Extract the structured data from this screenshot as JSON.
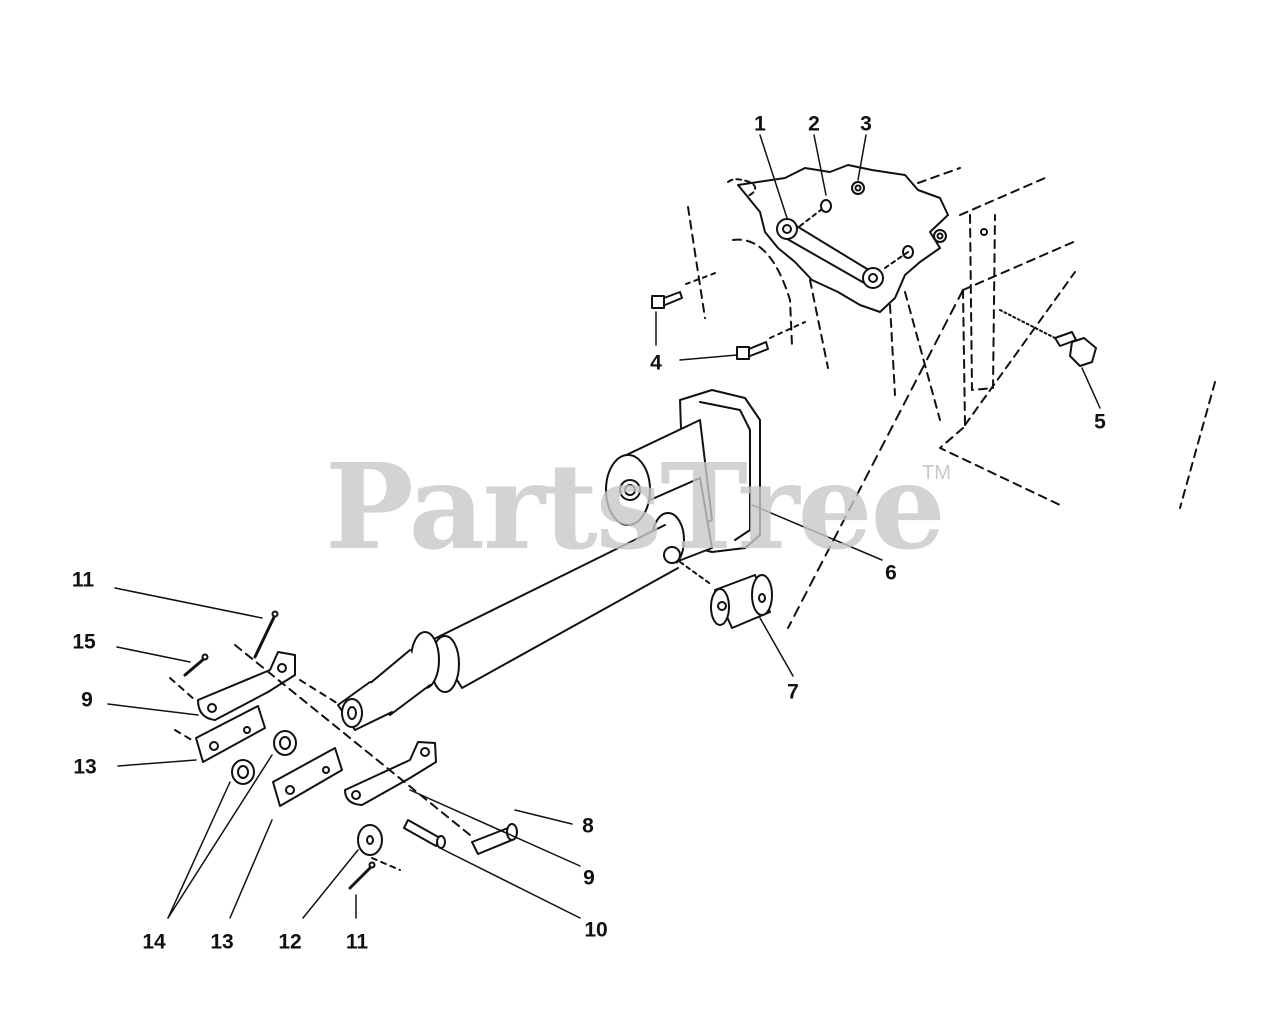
{
  "watermark": {
    "text": "PartsTree",
    "mark": "TM"
  },
  "colors": {
    "line": "#111111",
    "watermark": "#c9c9c9"
  },
  "callouts": [
    {
      "id": "1a",
      "label": "1"
    },
    {
      "id": "2a",
      "label": "2"
    },
    {
      "id": "3a",
      "label": "3"
    },
    {
      "id": "4a",
      "label": "4"
    },
    {
      "id": "5a",
      "label": "5"
    },
    {
      "id": "6a",
      "label": "6"
    },
    {
      "id": "7a",
      "label": "7"
    },
    {
      "id": "8a",
      "label": "8"
    },
    {
      "id": "9a",
      "label": "9"
    },
    {
      "id": "9b",
      "label": "9"
    },
    {
      "id": "10a",
      "label": "10"
    },
    {
      "id": "11a",
      "label": "11"
    },
    {
      "id": "11b",
      "label": "11"
    },
    {
      "id": "12a",
      "label": "12"
    },
    {
      "id": "13a",
      "label": "13"
    },
    {
      "id": "13b",
      "label": "13"
    },
    {
      "id": "14a",
      "label": "14"
    },
    {
      "id": "15a",
      "label": "15"
    }
  ]
}
